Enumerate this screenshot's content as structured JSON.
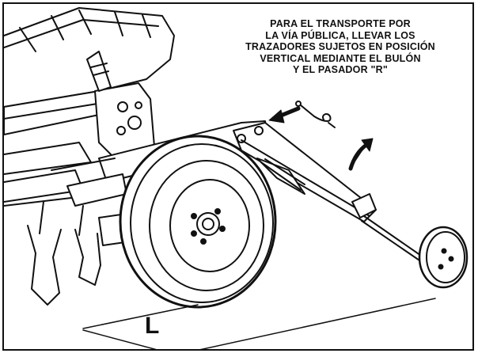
{
  "notice": {
    "lines": [
      "PARA EL TRANSPORTE POR",
      "LA VÍA PÚBLICA, LLEVAR LOS",
      "TRAZADORES SUJETOS EN POSICIÓN",
      "VERTICAL MEDIANTE EL BULÓN",
      "Y EL PASADOR \"R\""
    ]
  },
  "dimension": {
    "label": "L"
  },
  "colors": {
    "ink": "#111111",
    "paper": "#ffffff"
  }
}
